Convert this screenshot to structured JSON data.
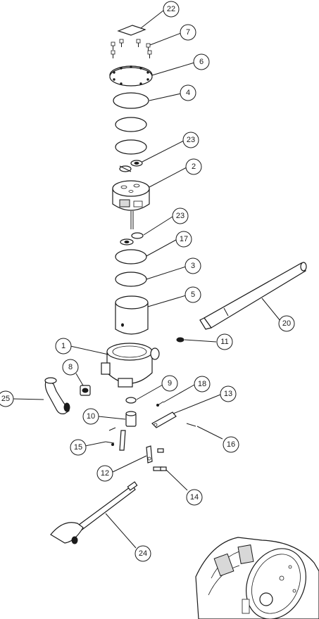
{
  "diagram": {
    "type": "exploded-parts-view",
    "callouts": [
      {
        "id": "c22",
        "label": "22"
      },
      {
        "id": "c7",
        "label": "7"
      },
      {
        "id": "c6",
        "label": "6"
      },
      {
        "id": "c4",
        "label": "4"
      },
      {
        "id": "c23a",
        "label": "23"
      },
      {
        "id": "c2",
        "label": "2"
      },
      {
        "id": "c23b",
        "label": "23"
      },
      {
        "id": "c17",
        "label": "17"
      },
      {
        "id": "c3",
        "label": "3"
      },
      {
        "id": "c5",
        "label": "5"
      },
      {
        "id": "c20",
        "label": "20"
      },
      {
        "id": "c11",
        "label": "11"
      },
      {
        "id": "c1",
        "label": "1"
      },
      {
        "id": "c8",
        "label": "8"
      },
      {
        "id": "c9",
        "label": "9"
      },
      {
        "id": "c18",
        "label": "18"
      },
      {
        "id": "c13",
        "label": "13"
      },
      {
        "id": "c25",
        "label": "25"
      },
      {
        "id": "c10",
        "label": "10"
      },
      {
        "id": "c16",
        "label": "16"
      },
      {
        "id": "c15",
        "label": "15"
      },
      {
        "id": "c12",
        "label": "12"
      },
      {
        "id": "c14",
        "label": "14"
      },
      {
        "id": "c24",
        "label": "24"
      }
    ]
  }
}
